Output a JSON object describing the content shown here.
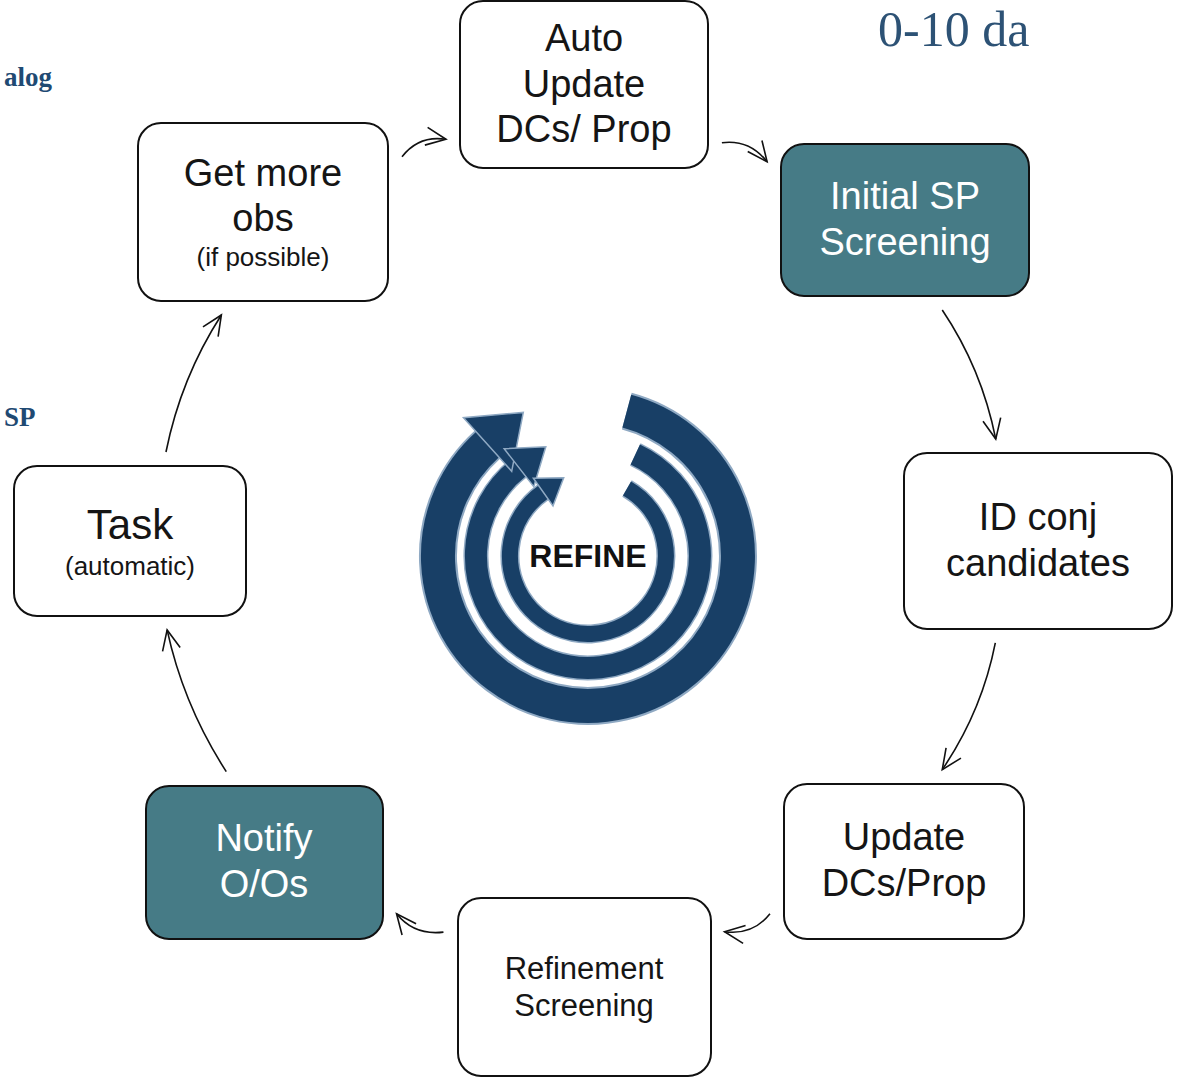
{
  "diagram": {
    "nodes": [
      {
        "text": [
          "Auto Update DCs/ Prop"
        ]
      },
      {
        "text": [
          "Initial SP Screening"
        ]
      },
      {
        "text": [
          "ID conj candidates"
        ]
      },
      {
        "text": [
          "Update DCs/Prop"
        ]
      },
      {
        "text": [
          "Refinement Screening"
        ]
      },
      {
        "text": [
          "Notify O/Os"
        ]
      },
      {
        "text": [
          "Task",
          "(automatic)"
        ]
      },
      {
        "text": [
          "Get more obs",
          "(if possible)"
        ]
      }
    ],
    "edges": [
      {
        "from": 0,
        "to": 1,
        "arrow": "to"
      },
      {
        "from": 1,
        "to": 2,
        "arrow": "to"
      },
      {
        "from": 2,
        "to": 3,
        "arrow": "to"
      },
      {
        "from": 3,
        "to": 4,
        "arrow": "to"
      },
      {
        "from": 4,
        "to": 5,
        "arrow": "to"
      },
      {
        "from": 5,
        "to": 6,
        "arrow": "to"
      },
      {
        "from": 6,
        "to": 7,
        "arrow": "to"
      },
      {
        "from": 7,
        "to": 0,
        "arrow": "to"
      }
    ],
    "labels": [
      "0-10 da",
      "alog",
      "SP",
      "REFINE"
    ]
  }
}
